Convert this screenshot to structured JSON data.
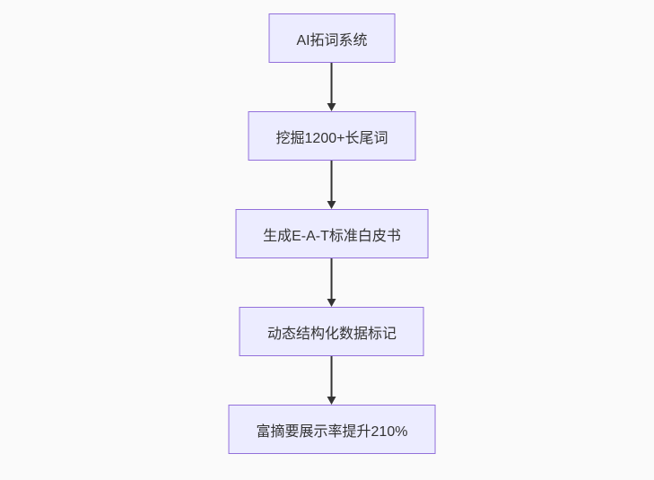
{
  "diagram": {
    "type": "flowchart",
    "direction": "top-down",
    "colors": {
      "background": "#fafafa",
      "node-fill": "#ececff",
      "node-border": "#9370db",
      "text": "#333333",
      "arrow": "#333333"
    },
    "nodes": [
      {
        "label": "AI拓词系统"
      },
      {
        "label": "挖掘1200+长尾词"
      },
      {
        "label": "生成E-A-T标准白皮书"
      },
      {
        "label": "动态结构化数据标记"
      },
      {
        "label": "富摘要展示率提升210%"
      }
    ]
  }
}
